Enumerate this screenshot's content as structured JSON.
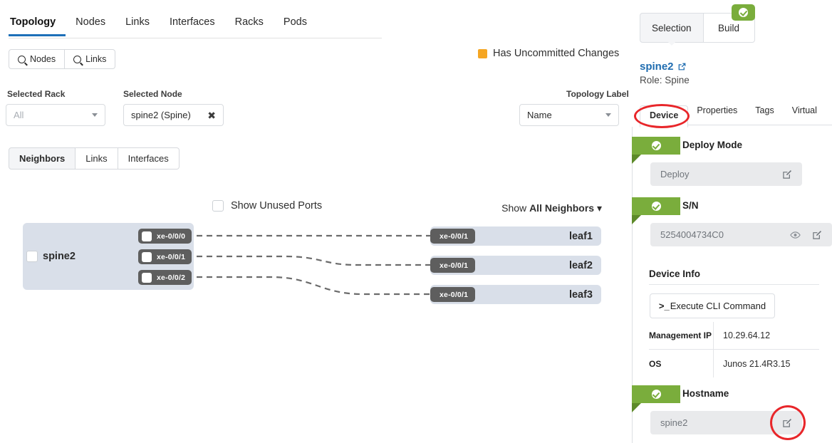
{
  "main_tabs": [
    {
      "label": "Topology",
      "active": true
    },
    {
      "label": "Nodes",
      "active": false
    },
    {
      "label": "Links",
      "active": false
    },
    {
      "label": "Interfaces",
      "active": false
    },
    {
      "label": "Racks",
      "active": false
    },
    {
      "label": "Pods",
      "active": false
    }
  ],
  "search_buttons": [
    {
      "label": "Nodes",
      "icon": "search-icon",
      "selected": false
    },
    {
      "label": "Links",
      "icon": "search-icon",
      "selected": false
    }
  ],
  "legend": {
    "label": "Has Uncommitted Changes",
    "color": "#f5a623"
  },
  "filters": {
    "rack_label": "Selected Rack",
    "rack_value": "All",
    "rack_placeholder": "All",
    "node_label": "Selected Node",
    "node_value": "spine2 (Spine)",
    "topology_label_label": "Topology Label",
    "topology_label_value": "Name"
  },
  "view_tabs": [
    {
      "label": "Neighbors",
      "selected": true
    },
    {
      "label": "Links",
      "selected": false
    },
    {
      "label": "Interfaces",
      "selected": false
    }
  ],
  "topology": {
    "show_unused_ports_label": "Show Unused Ports",
    "show_unused_ports_checked": false,
    "show_neighbors_prefix": "Show ",
    "show_neighbors_value": "All Neighbors",
    "source_node": {
      "name": "spine2",
      "ports": [
        "xe-0/0/0",
        "xe-0/0/1",
        "xe-0/0/2"
      ]
    },
    "neighbors": [
      {
        "name": "leaf1",
        "port": "xe-0/0/1"
      },
      {
        "name": "leaf2",
        "port": "xe-0/0/1"
      },
      {
        "name": "leaf3",
        "port": "xe-0/0/1"
      }
    ]
  },
  "panel": {
    "mode_tabs": [
      {
        "label": "Selection",
        "selected": true
      },
      {
        "label": "Build",
        "selected": false
      }
    ],
    "build_badge_icon": "check-circle-icon",
    "node_name": "spine2",
    "node_role": "Role: Spine",
    "detail_tabs": [
      {
        "label": "Device",
        "active": true
      },
      {
        "label": "Properties",
        "active": false
      },
      {
        "label": "Tags",
        "active": false
      },
      {
        "label": "Virtual",
        "active": false
      }
    ],
    "deploy_mode": {
      "title": "Deploy Mode",
      "value": "Deploy",
      "status_icon": "check-circle-icon"
    },
    "serial_number": {
      "title": "S/N",
      "value": "5254004734C0",
      "status_icon": "check-circle-icon"
    },
    "device_info": {
      "title": "Device Info",
      "cli_button_label": "Execute CLI Command",
      "rows": [
        {
          "key": "Management IP",
          "value": "10.29.64.12"
        },
        {
          "key": "OS",
          "value": "Junos 21.4R3.15"
        }
      ]
    },
    "hostname": {
      "title": "Hostname",
      "value": "spine2",
      "status_icon": "check-circle-icon"
    }
  },
  "annotations": {
    "color": "#e8262a",
    "items": [
      "device-tab-highlight",
      "hostname-edit-highlight"
    ]
  }
}
